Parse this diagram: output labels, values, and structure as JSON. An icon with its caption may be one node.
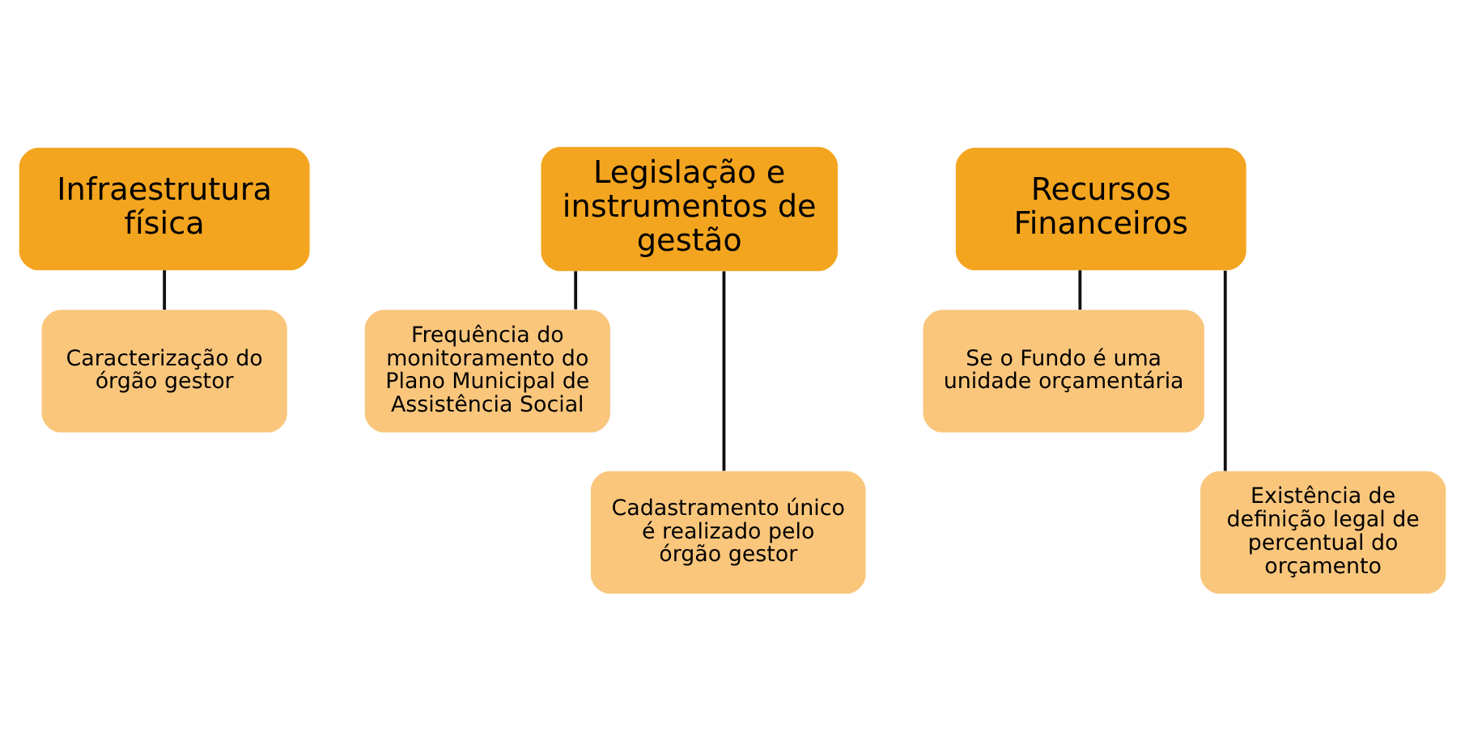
{
  "diagram": {
    "nodes": [
      {
        "text": [
          "Infraestrutura física"
        ]
      },
      {
        "text": [
          "Caracterização do órgão gestor"
        ]
      },
      {
        "text": [
          "Legislação e instrumentos de gestão"
        ]
      },
      {
        "text": [
          "Frequência do monitoramento do Plano Municipal de Assistência Social"
        ]
      },
      {
        "text": [
          "Cadastramento único é realizado pelo órgão gestor"
        ]
      },
      {
        "text": [
          "Recursos Financeiros"
        ]
      },
      {
        "text": [
          "Se o Fundo é uma unidade orçamentária"
        ]
      },
      {
        "text": [
          "Existência de definição legal de percentual do orçamento"
        ]
      }
    ],
    "edges": [
      {
        "from": 0,
        "to": 1,
        "arrow": "none"
      },
      {
        "from": 2,
        "to": 3,
        "arrow": "none"
      },
      {
        "from": 2,
        "to": 4,
        "arrow": "none"
      },
      {
        "from": 5,
        "to": 6,
        "arrow": "none"
      },
      {
        "from": 5,
        "to": 7,
        "arrow": "none"
      }
    ]
  }
}
